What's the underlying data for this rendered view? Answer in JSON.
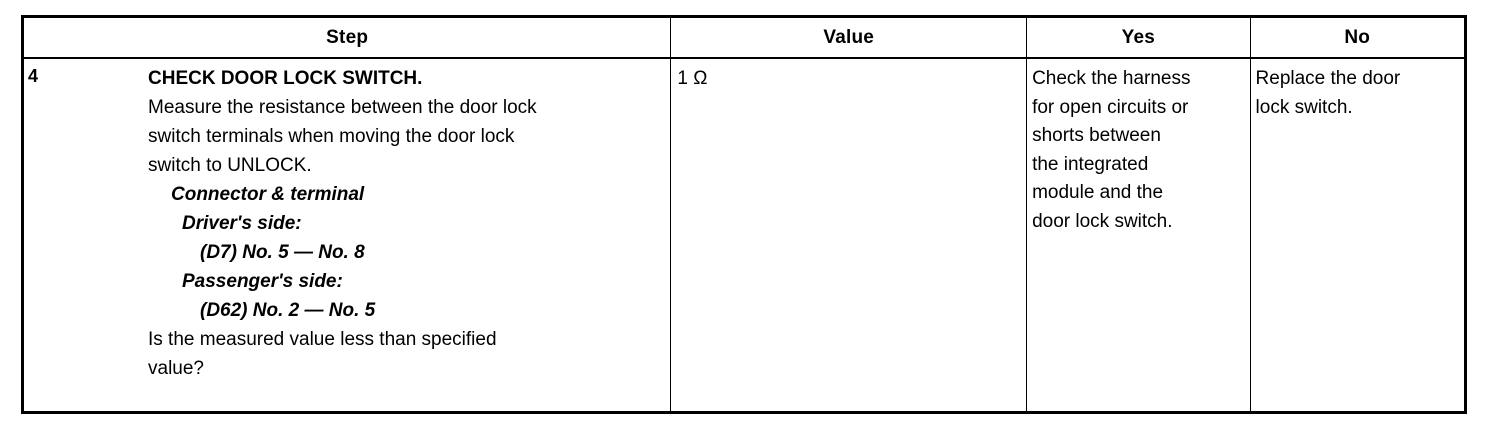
{
  "document": {
    "type": "diagnostic-procedure-table",
    "step_number": "4"
  },
  "table": {
    "headers": {
      "step": "Step",
      "value": "Value",
      "yes": "Yes",
      "no": "No"
    },
    "row": {
      "number": "4",
      "step": {
        "title": "CHECK DOOR LOCK SWITCH.",
        "instruction_lines": [
          "Measure the resistance between the door lock",
          "switch terminals when moving the door lock",
          "switch to UNLOCK."
        ],
        "connector_heading": "Connector & terminal",
        "drivers_side_label": "Driver's side:",
        "drivers_side_value": "(D7) No. 5 — No. 8",
        "passengers_side_label": "Passenger's side:",
        "passengers_side_value": "(D62) No. 2 — No. 5",
        "question_lines": [
          "Is the measured value less than specified",
          "value?"
        ]
      },
      "value": {
        "text": "1 Ω"
      },
      "yes": {
        "lines": [
          "Check the harness",
          "for open circuits or",
          "shorts between",
          "the integrated",
          "module and the",
          "door lock switch."
        ]
      },
      "no": {
        "lines": [
          "Replace the door",
          "lock switch."
        ]
      }
    }
  },
  "colors": {
    "ink": "#000000",
    "paper": "#ffffff"
  }
}
